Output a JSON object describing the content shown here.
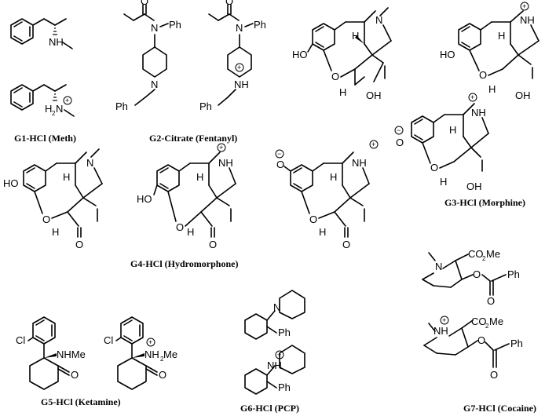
{
  "captions": {
    "g1": "G1-HCl (Meth)",
    "g2": "G2-Citrate (Fentanyl)",
    "g3": "G3-HCl (Morphine)",
    "g4": "G4-HCl (Hydromorphone)",
    "g5": "G5-HCl (Ketamine)",
    "g6": "G6-HCl (PCP)",
    "g7": "G7-HCl (Cocaine)"
  },
  "atoms": {
    "nh": "NH",
    "n": "N",
    "h": "H",
    "h2": "2",
    "o": "O",
    "oh": "OH",
    "ho": "HO",
    "ph": "Ph",
    "cl": "Cl",
    "nhme": "NHMe",
    "me": "Me",
    "co2me": "CO",
    "co2me_sub": "2",
    "co2me_tail": "Me",
    "plus": "+",
    "minus": "−"
  }
}
